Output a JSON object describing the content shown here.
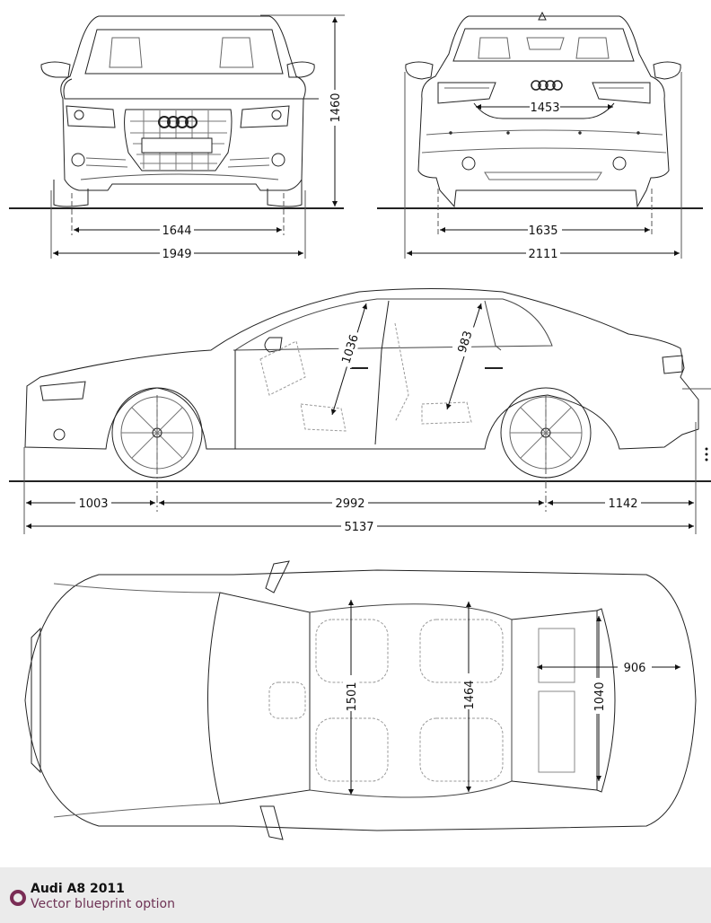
{
  "blueprint": {
    "front_view": {
      "height": "1460",
      "front_track": "1644",
      "width": "1949"
    },
    "rear_view": {
      "trunk_opening_width": "1453",
      "rear_track": "1635",
      "width_with_mirrors": "2111"
    },
    "side_view": {
      "front_headroom": "1036",
      "rear_headroom": "983",
      "front_overhang": "1003",
      "wheelbase": "2992",
      "rear_overhang": "1142",
      "length": "5137"
    },
    "top_view": {
      "front_shoulder_width": "1501",
      "rear_shoulder_width": "1464",
      "trunk_length": "906",
      "trunk_width": "1040"
    }
  },
  "footer": {
    "title": "Audi A8 2011",
    "subtitle": "Vector blueprint option",
    "accent_color": "#7a2d55",
    "icon": "ring-bullet-icon"
  }
}
